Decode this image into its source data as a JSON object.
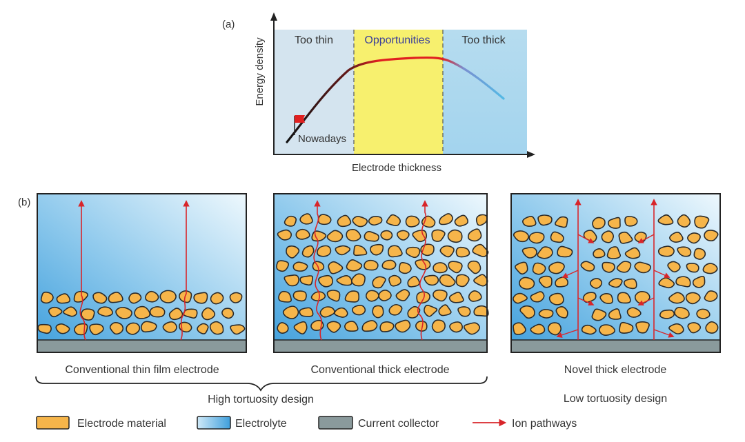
{
  "panel_a": {
    "tag": "(a)",
    "ylabel": "Energy density",
    "xlabel": "Electrode thickness",
    "regions": [
      {
        "label": "Too thin",
        "color": "#d4e4ef"
      },
      {
        "label": "Opportunities",
        "color": "#f7f06e"
      },
      {
        "label": "Too thick",
        "color": "#aed8ee"
      }
    ],
    "marker_label": "Nowadays",
    "curve_colors": {
      "start": "#111111",
      "mid": "#e02020",
      "end": "#55b8e4"
    },
    "region_label_colors": {
      "too_thin": "#333333",
      "opportunities": "#3a3f9a",
      "too_thick": "#333333"
    }
  },
  "panel_b": {
    "tag": "(b)",
    "captions": {
      "thin": "Conventional thin film electrode",
      "thick": "Conventional thick electrode",
      "novel": "Novel thick electrode"
    },
    "group_high": "High tortuosity design",
    "group_low": "Low tortuosity design"
  },
  "legend": [
    {
      "label": "Electrode material",
      "swatch": "material-swatch"
    },
    {
      "label": "Electrolyte",
      "swatch": "electrolyte-swatch"
    },
    {
      "label": "Current collector",
      "swatch": "collector-swatch"
    },
    {
      "label": "Ion pathways",
      "swatch": "ion-arrow"
    }
  ],
  "colors": {
    "material": "#f6b54a",
    "material_edge": "#2a2a2a",
    "collector": "#8a9a9c",
    "ion": "#d8252a",
    "electrolyte_light": "#e4f3fb",
    "electrolyte_dark": "#3f9fdc"
  }
}
